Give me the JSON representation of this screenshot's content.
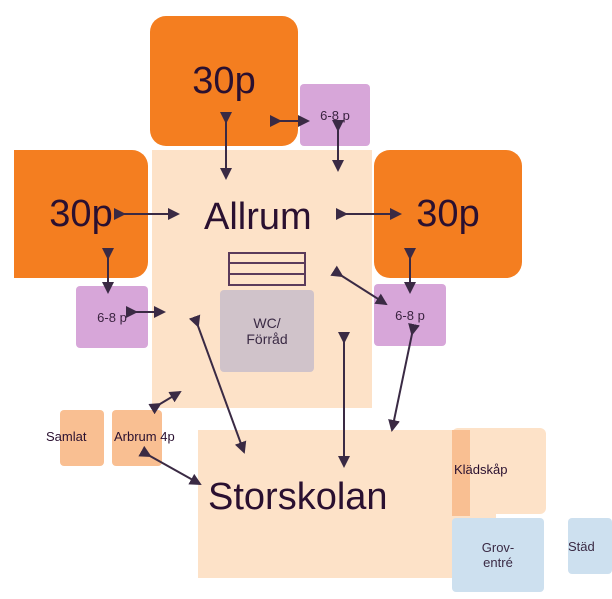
{
  "rooms": {
    "top": "30p",
    "left": "30p",
    "right": "30p",
    "small_top": "6-8 p",
    "small_left": "6-8 p",
    "small_right": "6-8 p",
    "allrum": "Allrum",
    "wc": "WC/\nFörråd",
    "samlat": "Samlat",
    "arbrum": "Arbrum 4p",
    "storskolan": "Storskolan",
    "kladskap": "Klädskåp",
    "grov": "Grov-\nentré",
    "stad": "Städ"
  },
  "colors": {
    "orange": "#f47e20",
    "peach": "#fde2c8",
    "purple": "#d7a6d9",
    "grey": "#d0c3ca",
    "blue": "#cde0ef"
  }
}
